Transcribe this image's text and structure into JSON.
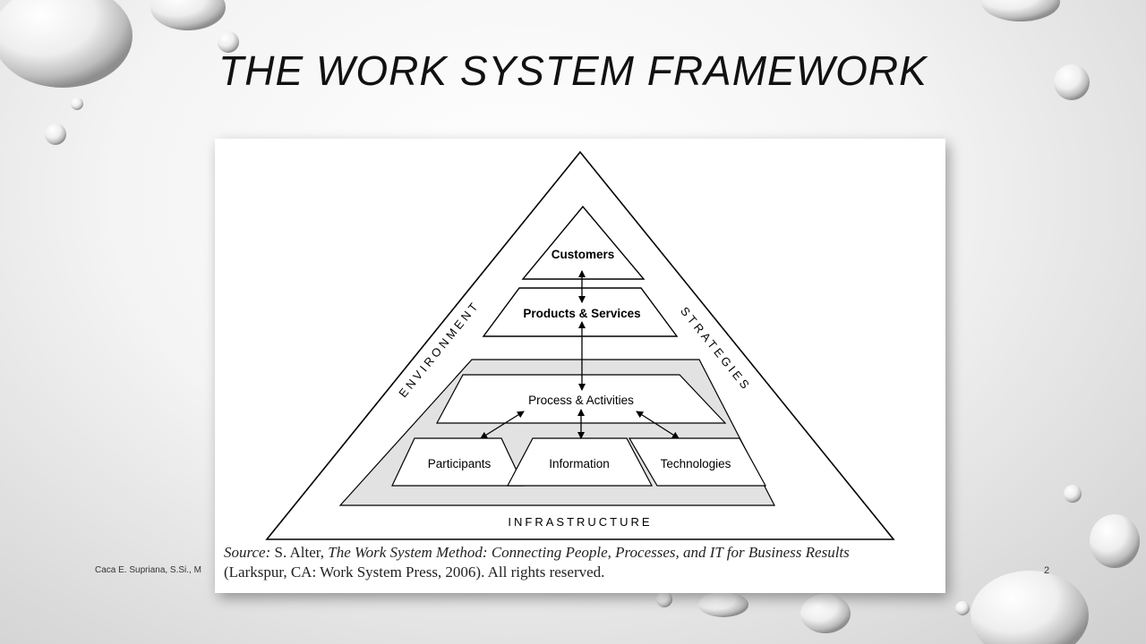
{
  "slide": {
    "title": "THE WORK SYSTEM FRAMEWORK",
    "footer": "Caca E. Supriana, S.Si., M",
    "page_number": "2"
  },
  "diagram": {
    "nodes": {
      "customers": "Customers",
      "products_services": "Products & Services",
      "process_activities": "Process & Activities",
      "participants": "Participants",
      "information": "Information",
      "technologies": "Technologies"
    },
    "labels": {
      "environment": "ENVIRONMENT",
      "strategies": "STRATEGIES",
      "infrastructure": "INFRASTRUCTURE"
    },
    "source": {
      "prefix": "Source:",
      "author": " S. Alter, ",
      "book": "The Work System Method: Connecting People, Processes, and IT for Business Results",
      "publisher": "(Larkspur, CA: Work System Press, 2006). All rights reserved."
    }
  }
}
